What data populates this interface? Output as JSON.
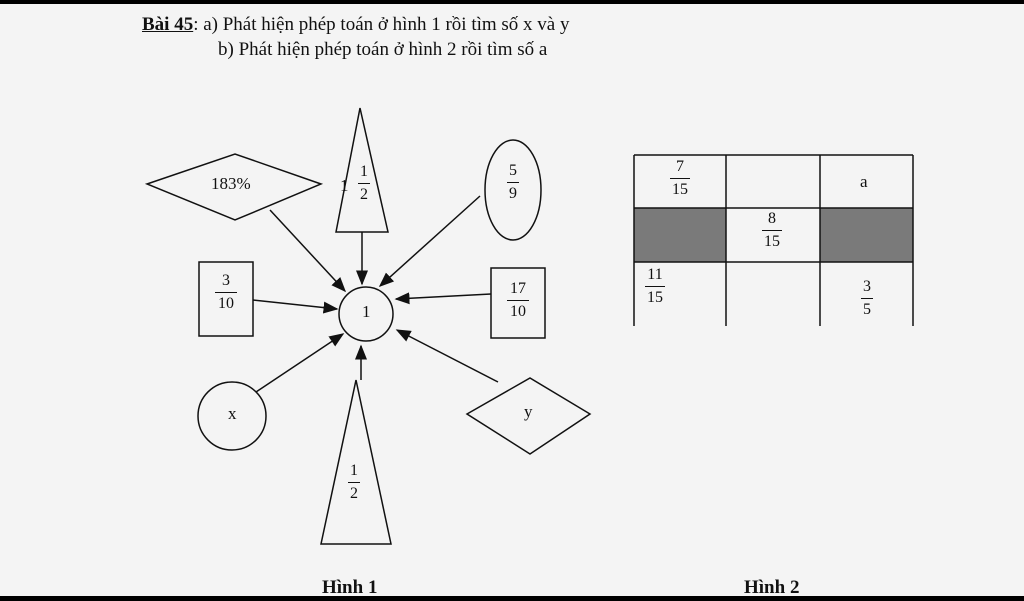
{
  "heading": {
    "label": "Bài 45",
    "part_a": "a) Phát hiện phép toán ở hình 1 rồi tìm số x và y",
    "part_b": "b) Phát hiện phép toán ở hình 2 rồi tìm số a"
  },
  "figure1": {
    "caption": "Hình 1",
    "center": "1",
    "percent": "183%",
    "mixed_whole": "1",
    "mixed_num": "1",
    "mixed_den": "2",
    "ellipse_num": "5",
    "ellipse_den": "9",
    "square_left_num": "3",
    "square_left_den": "10",
    "square_right_num": "17",
    "square_right_den": "10",
    "circle_x": "x",
    "diamond_y": "y",
    "triangle_num": "1",
    "triangle_den": "2"
  },
  "figure2": {
    "caption": "Hình 2",
    "r1c1_num": "7",
    "r1c1_den": "15",
    "r1c3": "a",
    "r2c2_num": "8",
    "r2c2_den": "15",
    "r3c1_num": "11",
    "r3c1_den": "15",
    "r3c3_num": "3",
    "r3c3_den": "5"
  }
}
